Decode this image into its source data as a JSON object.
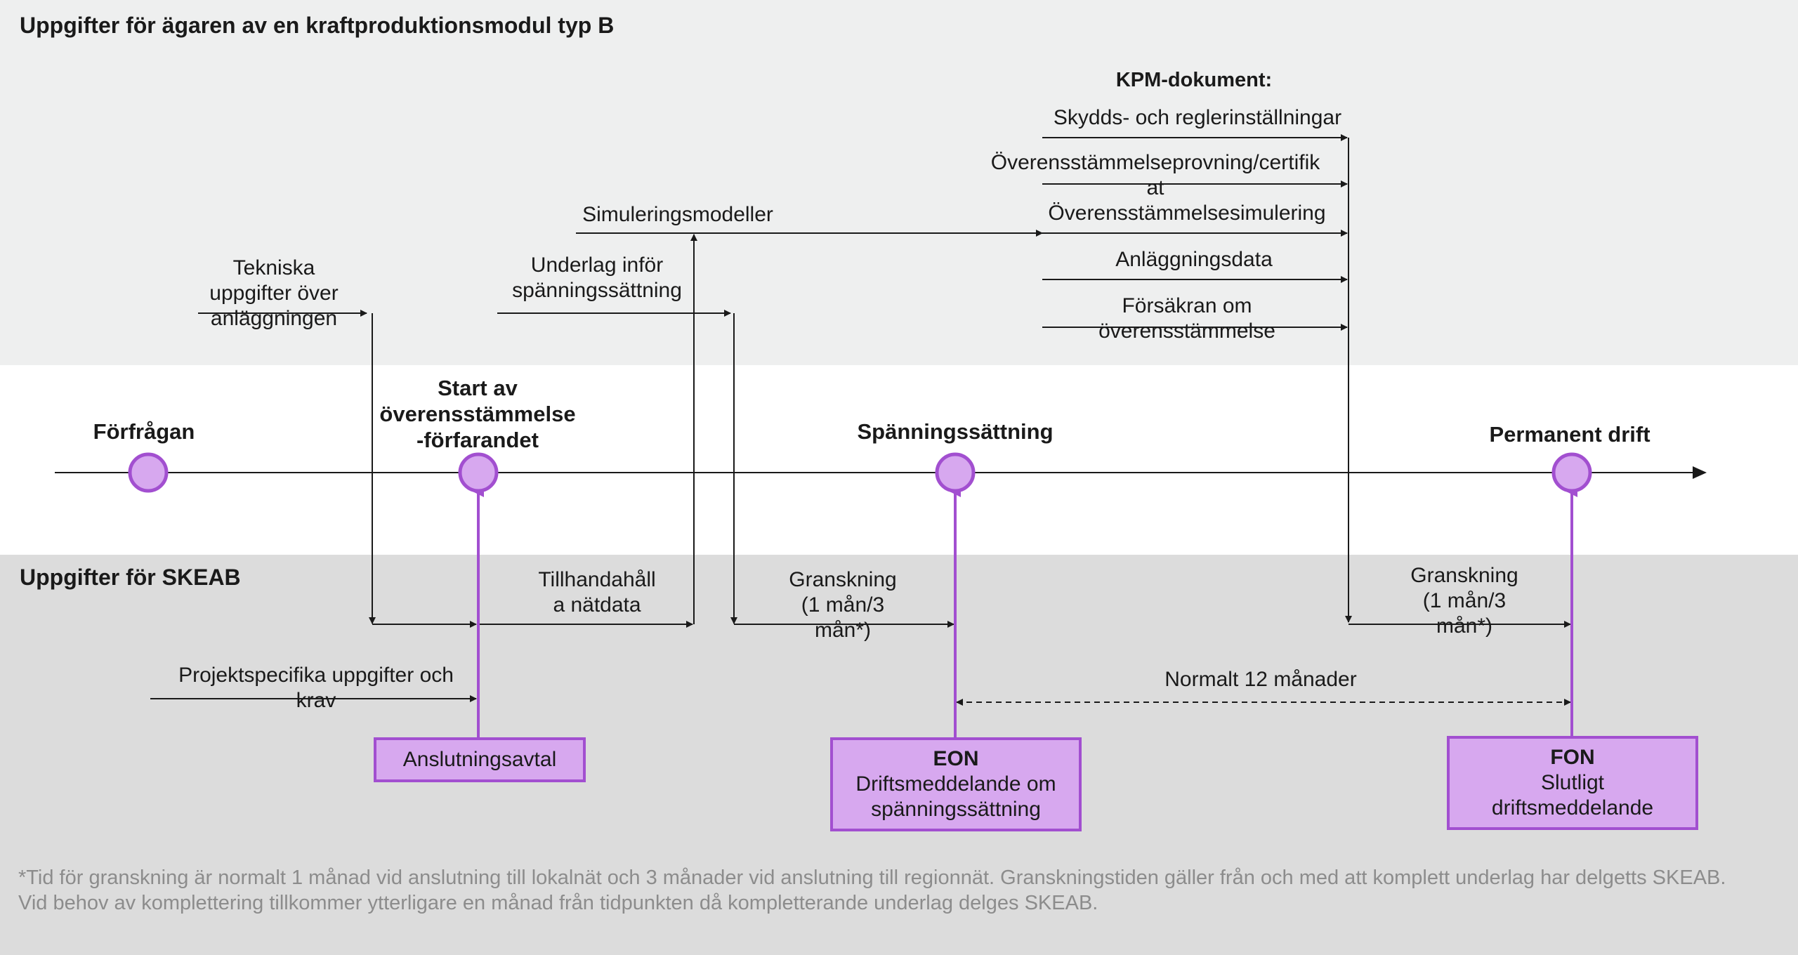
{
  "sections": {
    "owner_title": "Uppgifter för ägaren av en kraftproduktionsmodul typ B",
    "skeab_title": "Uppgifter för SKEAB"
  },
  "kpm": {
    "title": "KPM-dokument:",
    "items": [
      "Skydds- och reglerinställningar",
      "Överensstämmelseprovning/certifik\nat",
      "Överensstämmelsesimulering",
      "Anläggningsdata",
      "Försäkran om\növerensstämmelse"
    ]
  },
  "owner_tasks": {
    "tekniska": "Tekniska\nuppgifter över\nanläggningen",
    "simuleringsmodeller": "Simuleringsmodeller",
    "underlag": "Underlag inför\nspänningssättning"
  },
  "milestones": {
    "forfragan": "Förfrågan",
    "start": "Start av\növerensstämmelse\n-förfarandet",
    "spanning": "Spänningssättning",
    "permanent": "Permanent drift"
  },
  "skeab_tasks": {
    "tillhandahall": "Tillhandahåll\na nätdata",
    "granskning1": "Granskning\n(1 mån/3\nmån*)",
    "granskning2": "Granskning\n(1 mån/3\nmån*)",
    "projektspecifika": "Projektspecifika uppgifter och\nkrav",
    "normalt": "Normalt 12 månader"
  },
  "documents": {
    "anslutningsavtal": "Anslutningsavtal",
    "eon_title": "EON",
    "eon_sub": "Driftsmeddelande om\nspänningssättning",
    "fon_title": "FON",
    "fon_sub": "Slutligt\ndriftsmeddelande"
  },
  "footnote": {
    "line1": "*Tid för granskning är  normalt 1 månad vid anslutning till lokalnät och 3 månader vid anslutning till regionnät. Granskningstiden gäller från och med att komplett underlag har delgetts SKEAB.",
    "line2": "Vid behov av komplettering tillkommer ytterligare en månad från tidpunkten då kompletterande underlag delges SKEAB."
  },
  "colors": {
    "accent_fill": "#d7a8ef",
    "accent_border": "#a24fd0",
    "band_top": "#eeefef",
    "band_bottom": "#dcdcdc"
  }
}
